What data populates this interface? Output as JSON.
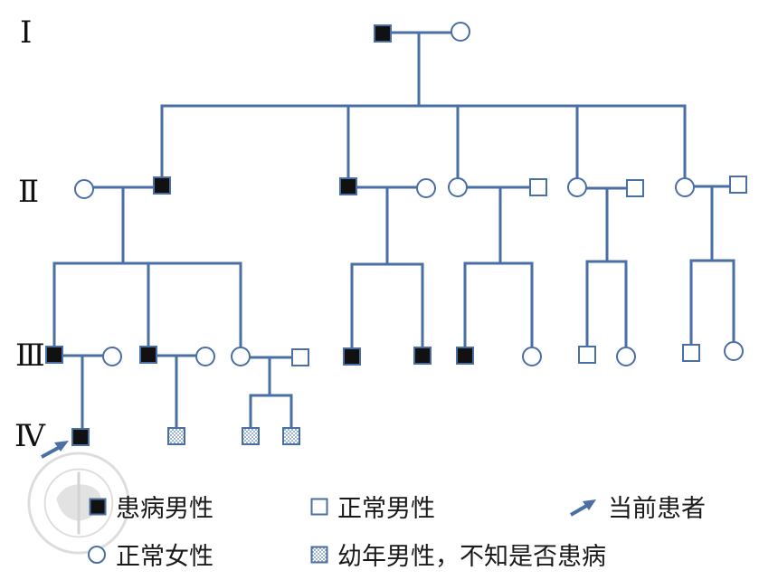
{
  "generations": [
    "Ⅰ",
    "Ⅱ",
    "Ⅲ",
    "Ⅳ"
  ],
  "colors": {
    "line": "#4a6fa5",
    "affected_fill": "#111111",
    "symbol_stroke": "#4a6fa5",
    "unknown_fill_a": "#ffffff",
    "unknown_fill_b": "#7f9cc6",
    "text": "#1a1a1a"
  },
  "pedigree": {
    "individuals": [
      {
        "id": "I-1",
        "generation": "Ⅰ",
        "sex": "male",
        "status": "affected"
      },
      {
        "id": "I-2",
        "generation": "Ⅰ",
        "sex": "female",
        "status": "normal"
      },
      {
        "id": "II-1",
        "generation": "Ⅱ",
        "sex": "female",
        "status": "normal"
      },
      {
        "id": "II-2",
        "generation": "Ⅱ",
        "sex": "male",
        "status": "affected"
      },
      {
        "id": "II-3",
        "generation": "Ⅱ",
        "sex": "male",
        "status": "affected"
      },
      {
        "id": "II-4",
        "generation": "Ⅱ",
        "sex": "female",
        "status": "normal"
      },
      {
        "id": "II-5",
        "generation": "Ⅱ",
        "sex": "female",
        "status": "normal"
      },
      {
        "id": "II-6",
        "generation": "Ⅱ",
        "sex": "male",
        "status": "normal"
      },
      {
        "id": "II-7",
        "generation": "Ⅱ",
        "sex": "female",
        "status": "normal"
      },
      {
        "id": "II-8",
        "generation": "Ⅱ",
        "sex": "male",
        "status": "normal"
      },
      {
        "id": "II-9",
        "generation": "Ⅱ",
        "sex": "female",
        "status": "normal"
      },
      {
        "id": "II-10",
        "generation": "Ⅱ",
        "sex": "male",
        "status": "normal"
      },
      {
        "id": "III-1",
        "generation": "Ⅲ",
        "sex": "male",
        "status": "affected"
      },
      {
        "id": "III-2",
        "generation": "Ⅲ",
        "sex": "female",
        "status": "normal"
      },
      {
        "id": "III-3",
        "generation": "Ⅲ",
        "sex": "male",
        "status": "affected"
      },
      {
        "id": "III-4",
        "generation": "Ⅲ",
        "sex": "female",
        "status": "normal"
      },
      {
        "id": "III-5",
        "generation": "Ⅲ",
        "sex": "female",
        "status": "normal"
      },
      {
        "id": "III-6",
        "generation": "Ⅲ",
        "sex": "male",
        "status": "normal"
      },
      {
        "id": "III-7",
        "generation": "Ⅲ",
        "sex": "male",
        "status": "affected"
      },
      {
        "id": "III-8",
        "generation": "Ⅲ",
        "sex": "male",
        "status": "affected"
      },
      {
        "id": "III-9",
        "generation": "Ⅲ",
        "sex": "male",
        "status": "affected"
      },
      {
        "id": "III-10",
        "generation": "Ⅲ",
        "sex": "female",
        "status": "normal"
      },
      {
        "id": "III-11",
        "generation": "Ⅲ",
        "sex": "male",
        "status": "normal"
      },
      {
        "id": "III-12",
        "generation": "Ⅲ",
        "sex": "female",
        "status": "normal"
      },
      {
        "id": "III-13",
        "generation": "Ⅲ",
        "sex": "male",
        "status": "normal"
      },
      {
        "id": "III-14",
        "generation": "Ⅲ",
        "sex": "female",
        "status": "normal"
      },
      {
        "id": "IV-1",
        "generation": "Ⅳ",
        "sex": "male",
        "status": "affected",
        "proband": true
      },
      {
        "id": "IV-2",
        "generation": "Ⅳ",
        "sex": "male",
        "status": "unknown"
      },
      {
        "id": "IV-3",
        "generation": "Ⅳ",
        "sex": "male",
        "status": "unknown"
      },
      {
        "id": "IV-4",
        "generation": "Ⅳ",
        "sex": "male",
        "status": "unknown"
      }
    ],
    "couples": [
      {
        "a": "I-1",
        "b": "I-2",
        "children": [
          "II-2",
          "II-3",
          "II-5",
          "II-7",
          "II-9"
        ]
      },
      {
        "a": "II-1",
        "b": "II-2",
        "children": [
          "III-1",
          "III-3",
          "III-5"
        ]
      },
      {
        "a": "II-3",
        "b": "II-4",
        "children": [
          "III-7",
          "III-8"
        ]
      },
      {
        "a": "II-5",
        "b": "II-6",
        "children": [
          "III-9",
          "III-10"
        ]
      },
      {
        "a": "II-7",
        "b": "II-8",
        "children": [
          "III-11",
          "III-12"
        ]
      },
      {
        "a": "II-9",
        "b": "II-10",
        "children": [
          "III-13",
          "III-14"
        ]
      },
      {
        "a": "III-1",
        "b": "III-2",
        "children": [
          "IV-1"
        ]
      },
      {
        "a": "III-3",
        "b": "III-4",
        "children": [
          "IV-2"
        ]
      },
      {
        "a": "III-5",
        "b": "III-6",
        "children": [
          "IV-3",
          "IV-4"
        ]
      }
    ]
  },
  "legend": {
    "affected_male": "患病男性",
    "normal_male": "正常男性",
    "proband": "当前患者",
    "normal_female": "正常女性",
    "unknown_male": "幼年男性，不知是否患病"
  }
}
